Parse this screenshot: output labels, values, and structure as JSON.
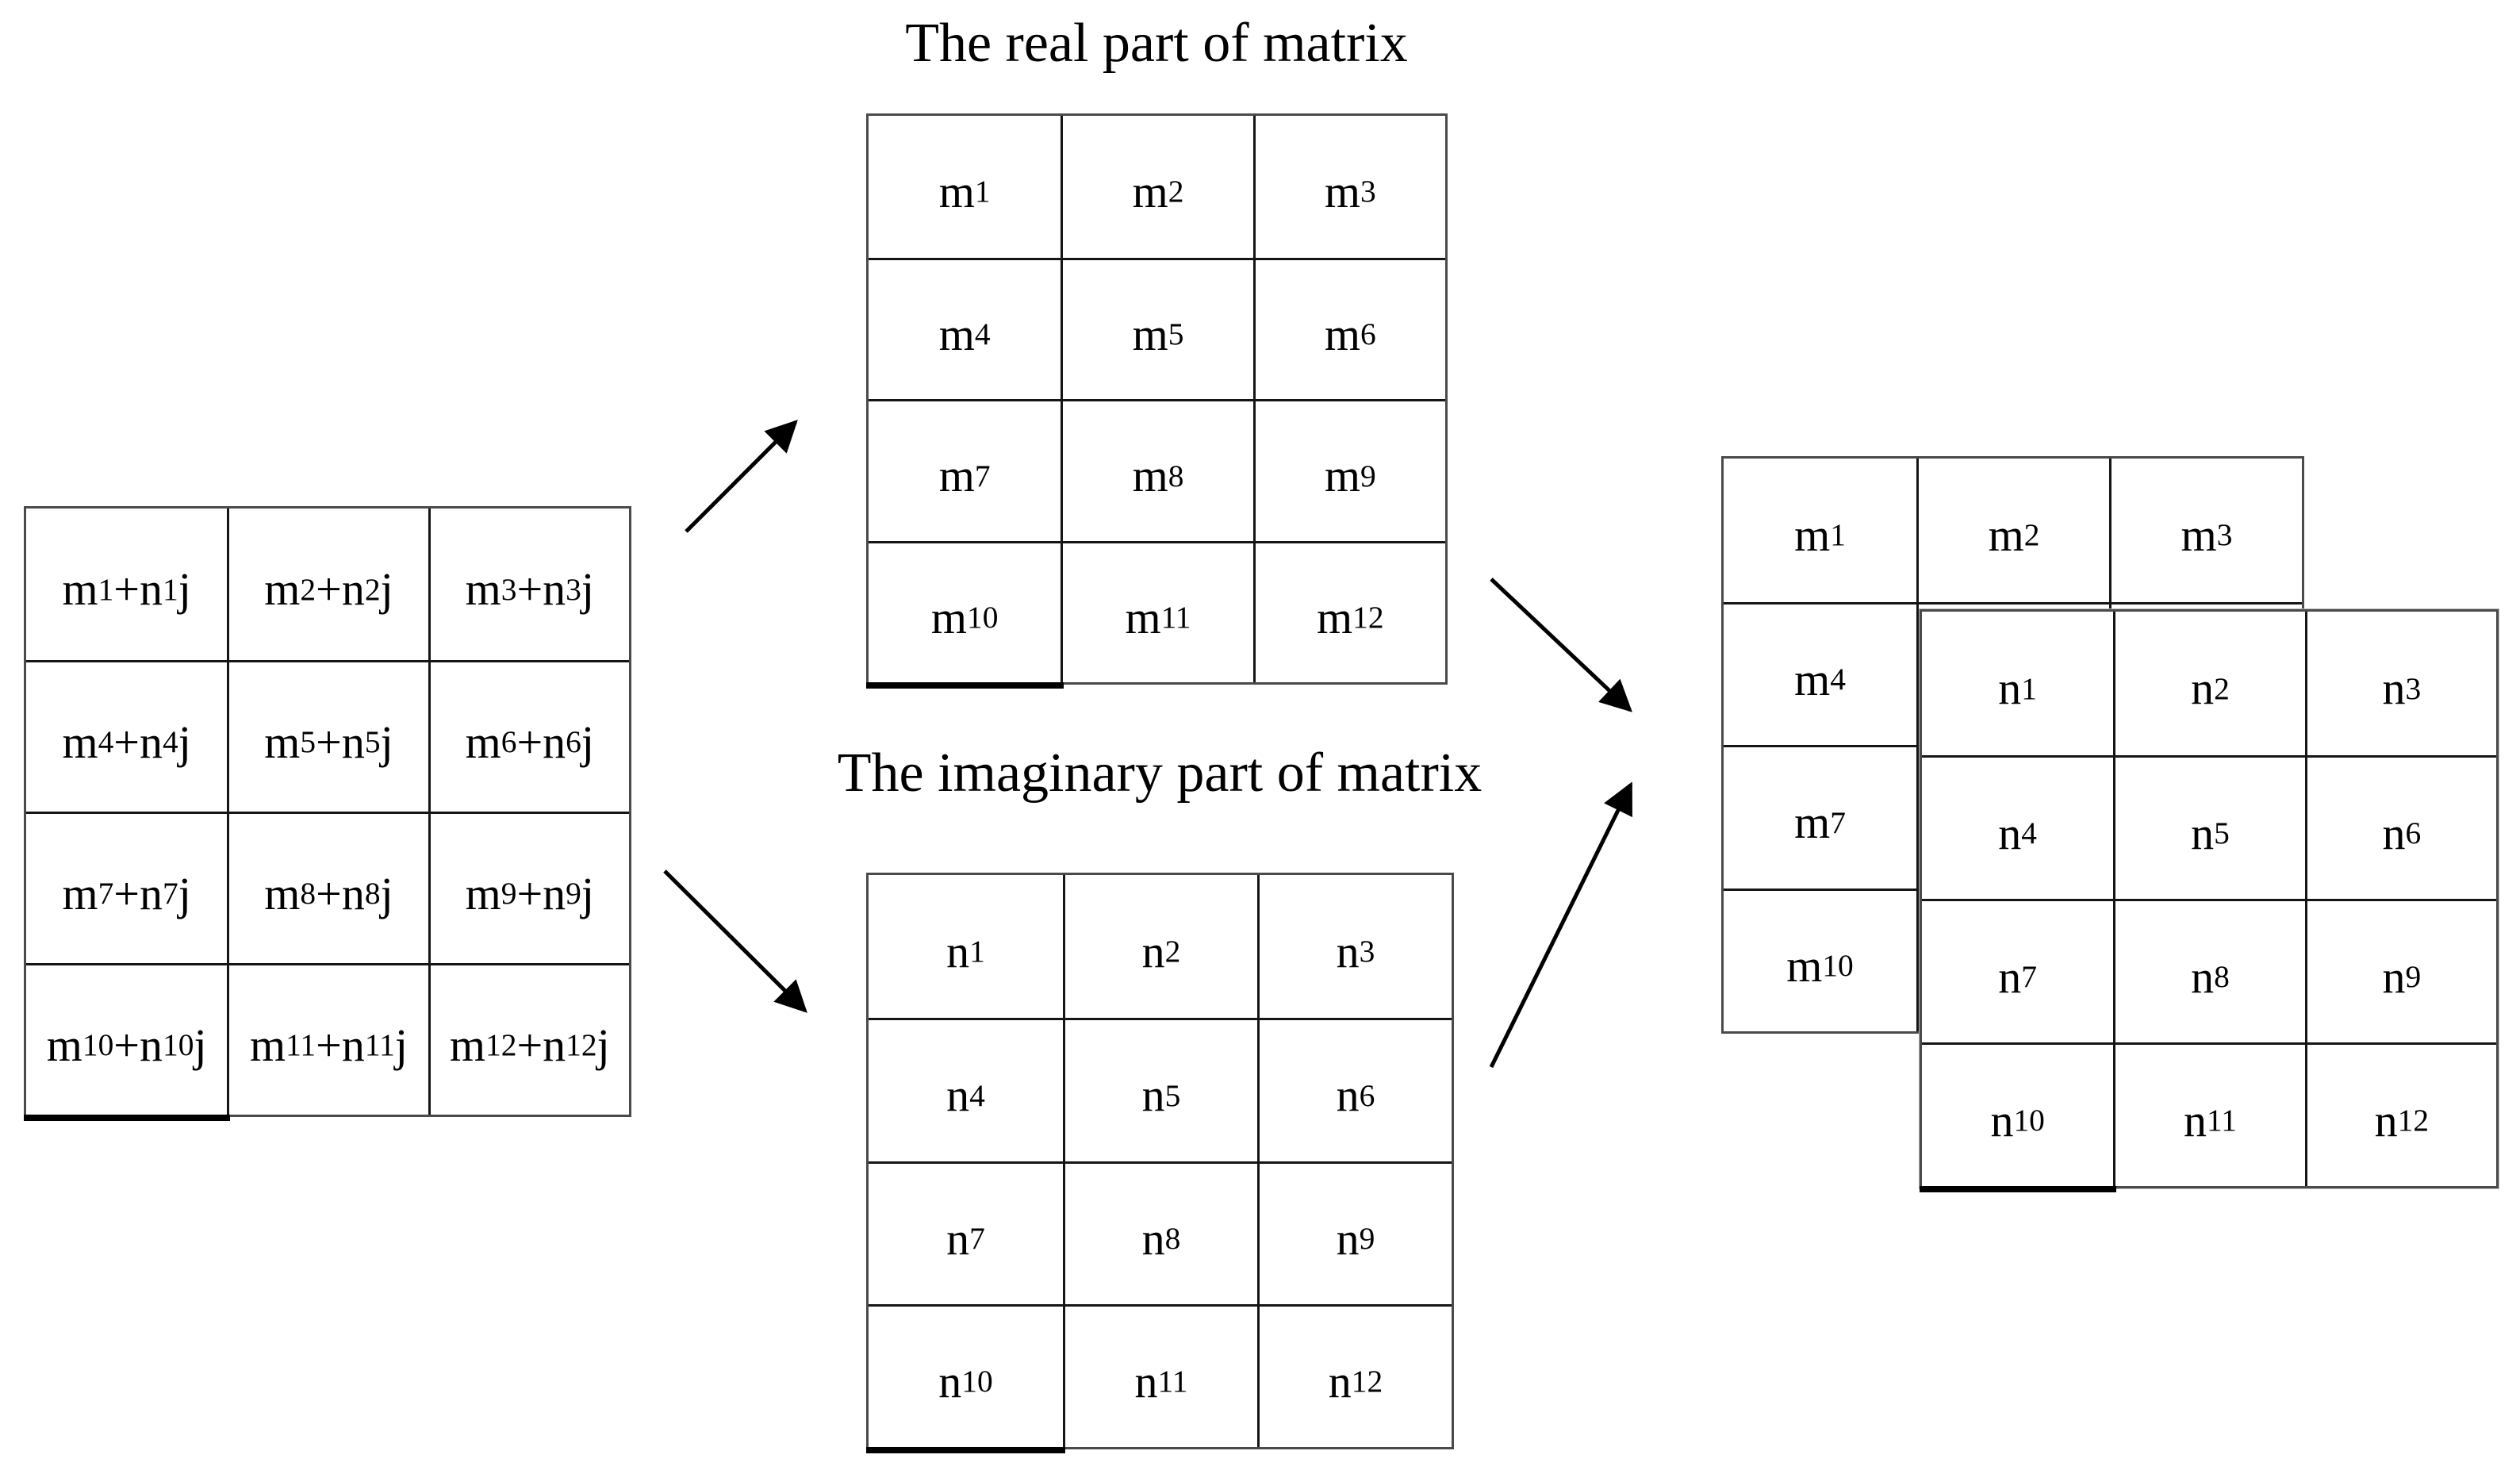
{
  "titles": {
    "real": "The real part of matrix",
    "imaginary": "The imaginary part of matrix"
  },
  "matrices": {
    "complex": {
      "rows": 4,
      "cols": 3,
      "cells": [
        "m_{1}+n_{1}j",
        "m_{2}+n_{2}j",
        "m_{3}+n_{3}j",
        "m_{4}+n_{4}j",
        "m_{5}+n_{5}j",
        "m_{6}+n_{6}j",
        "m_{7}+n_{7}j",
        "m_{8}+n_{8}j",
        "m_{9}+n_{9}j",
        "m_{10}+n_{10}j",
        "m_{11}+n_{11}j",
        "m_{12}+n_{12}j"
      ]
    },
    "real": {
      "rows": 4,
      "cols": 3,
      "cells": [
        "m_{1}",
        "m_{2}",
        "m_{3}",
        "m_{4}",
        "m_{5}",
        "m_{6}",
        "m_{7}",
        "m_{8}",
        "m_{9}",
        "m_{10}",
        "m_{11}",
        "m_{12}"
      ]
    },
    "imaginary": {
      "rows": 4,
      "cols": 3,
      "cells": [
        "n_{1}",
        "n_{2}",
        "n_{3}",
        "n_{4}",
        "n_{5}",
        "n_{6}",
        "n_{7}",
        "n_{8}",
        "n_{9}",
        "n_{10}",
        "n_{11}",
        "n_{12}"
      ]
    },
    "result_real": {
      "rows": 4,
      "cols": 3,
      "cells": [
        "m_{1}",
        "m_{2}",
        "m_{3}",
        "m_{4}",
        "m_{5}",
        "m_{6}",
        "m_{7}",
        "m_{8}",
        "m_{9}",
        "m_{10}",
        "m_{11}",
        "m_{12}"
      ]
    },
    "result_imaginary": {
      "rows": 4,
      "cols": 3,
      "cells": [
        "n_{1}",
        "n_{2}",
        "n_{3}",
        "n_{4}",
        "n_{5}",
        "n_{6}",
        "n_{7}",
        "n_{8}",
        "n_{9}",
        "n_{10}",
        "n_{11}",
        "n_{12}"
      ]
    }
  },
  "arrows": [
    {
      "name": "arrow-complex-to-real-part"
    },
    {
      "name": "arrow-complex-to-imaginary-part"
    },
    {
      "name": "arrow-real-part-to-result"
    },
    {
      "name": "arrow-imaginary-part-to-result"
    }
  ],
  "colors": {
    "background": "#ffffff",
    "text": "#000000",
    "grid_line": "#151515",
    "outer_border": "#4a4a4a"
  }
}
